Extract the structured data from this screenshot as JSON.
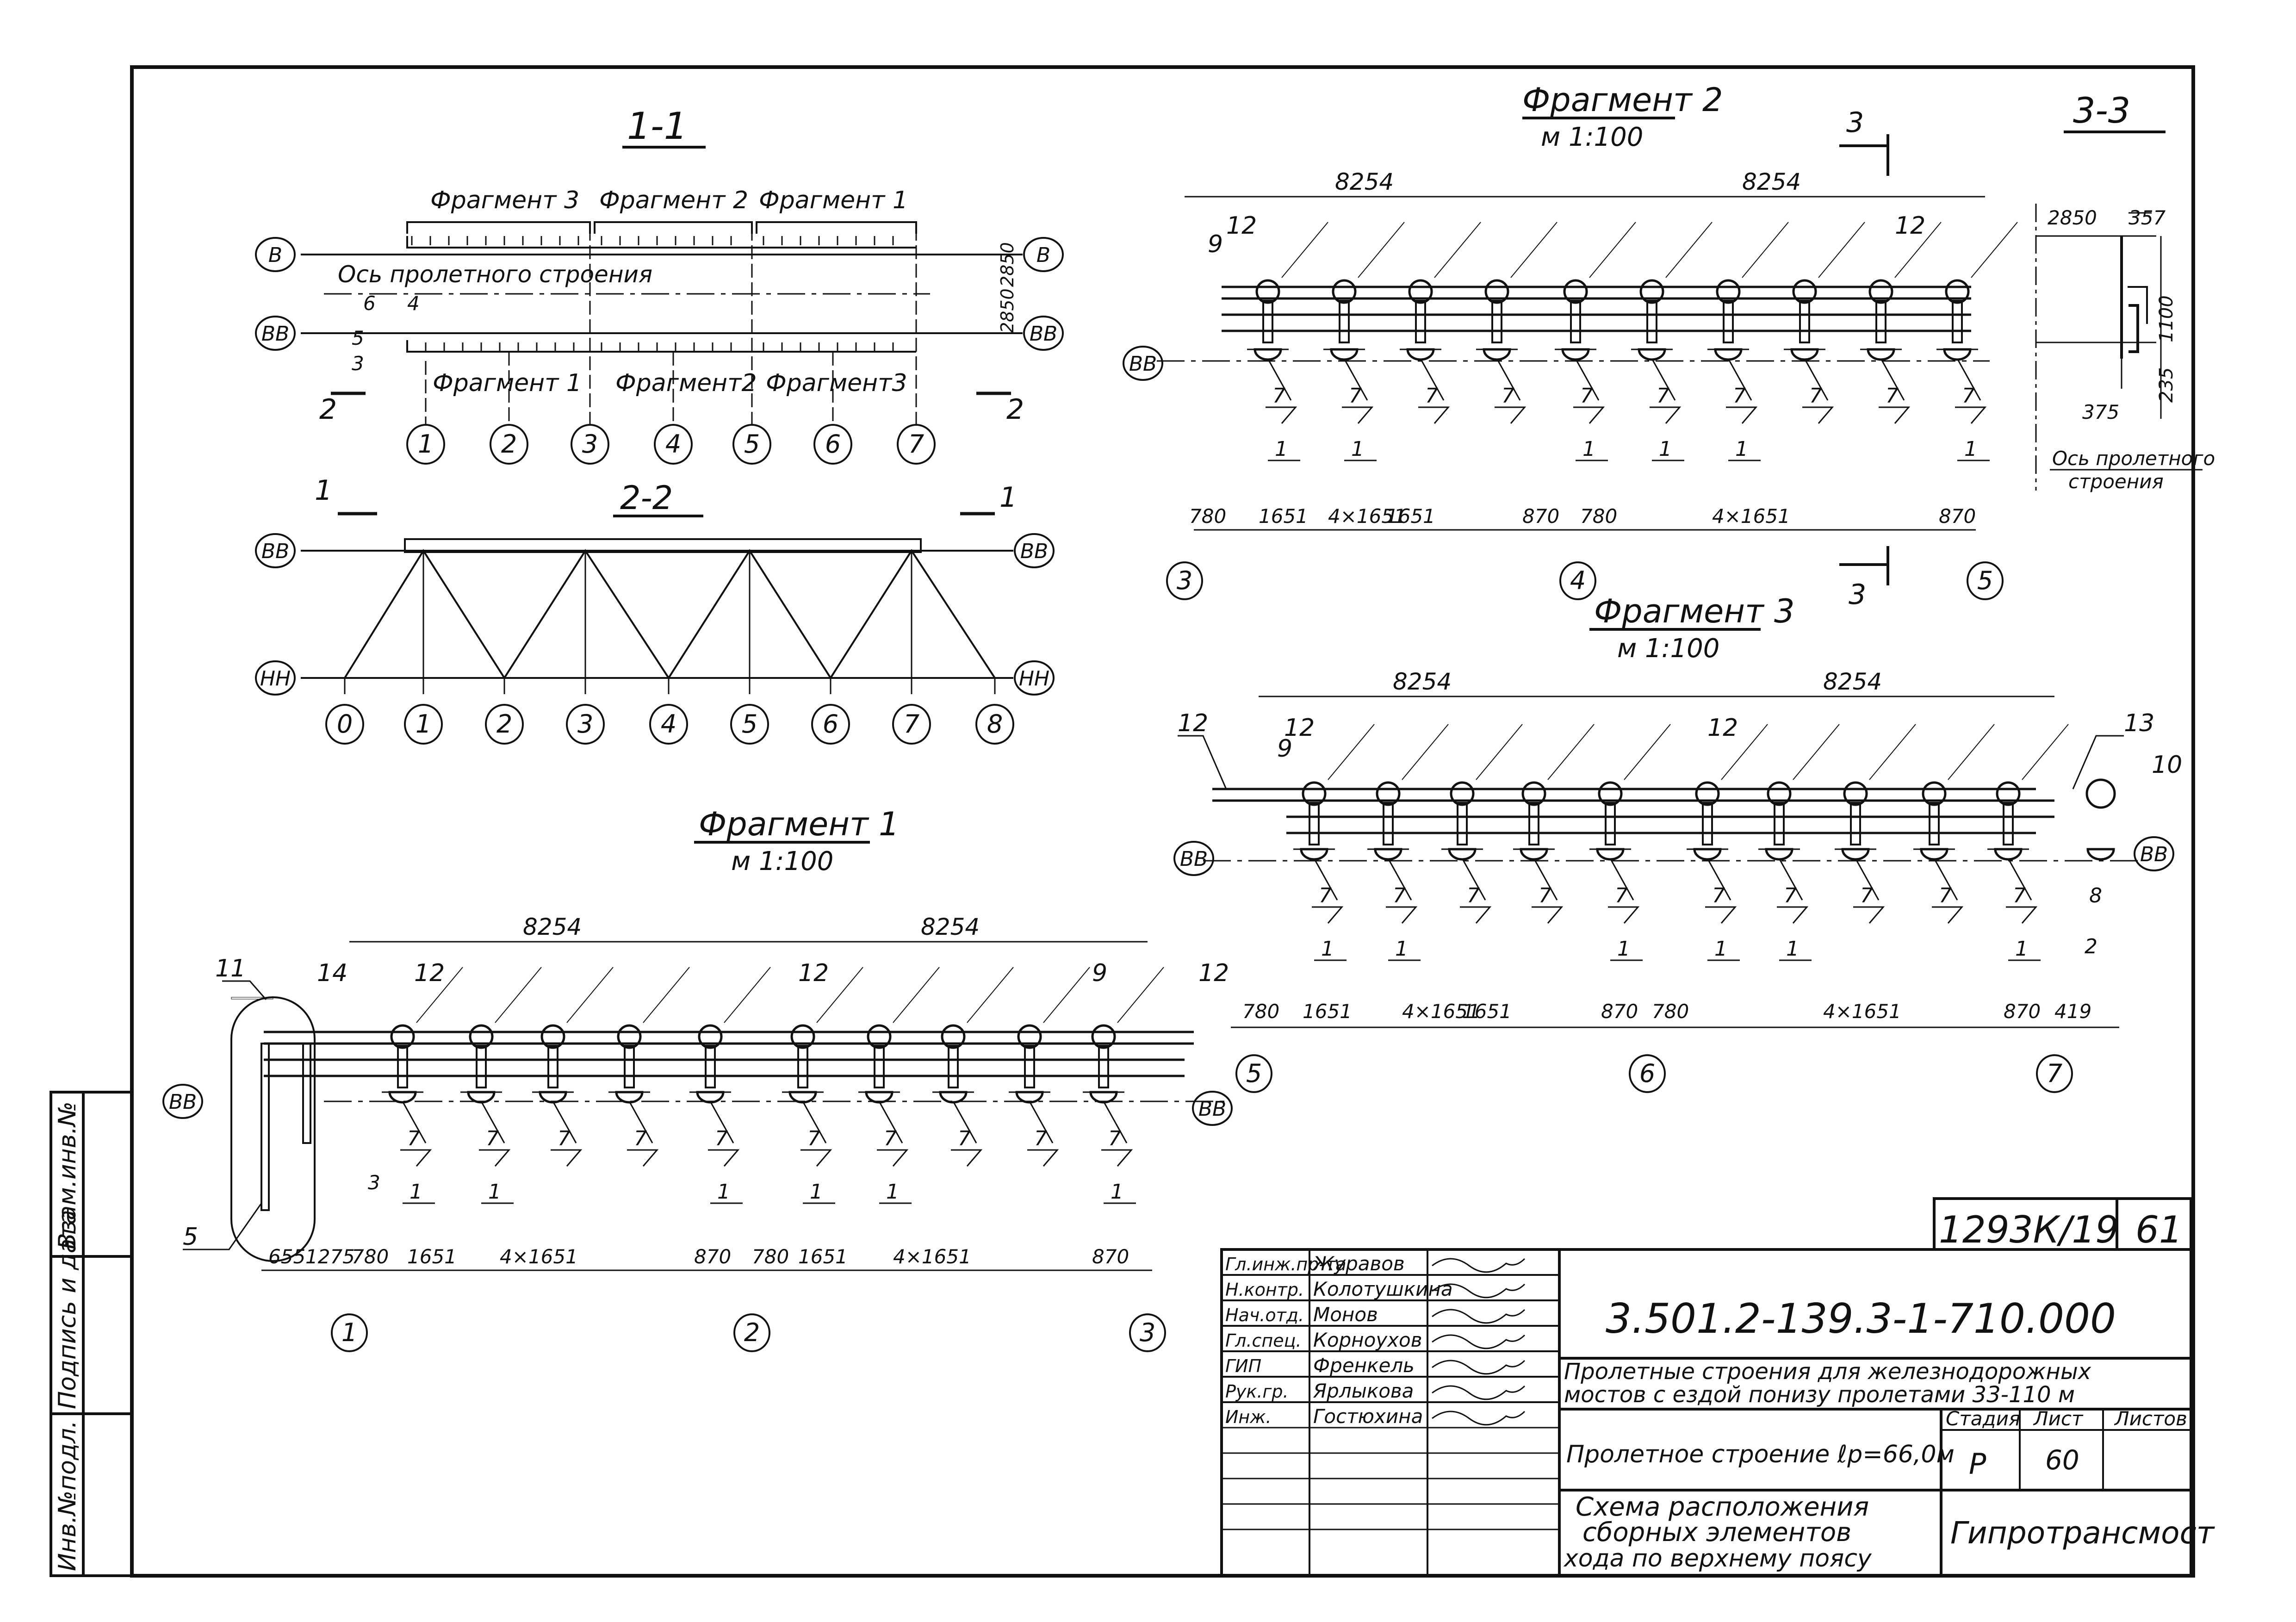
{
  "sections": {
    "s11": {
      "title": "1-1",
      "frag_top": [
        "Фрагмент 3",
        "Фрагмент 2",
        "Фрагмент 1"
      ],
      "frag_bottom": [
        "Фрагмент 1",
        "Фрагмент2",
        "Фрагмент3"
      ],
      "axis_label": "Ось пролетного строения",
      "axes_left": [
        "В",
        "ВВ"
      ],
      "axes_right": [
        "В",
        "ВВ"
      ],
      "marks": [
        "6",
        "4",
        "5",
        "3"
      ],
      "dims_right": [
        "2850",
        "2850"
      ],
      "cut_label": "2",
      "nodes": [
        "1",
        "2",
        "3",
        "4",
        "5",
        "6",
        "7"
      ]
    },
    "s22": {
      "title": "2-2",
      "cut_label": "1",
      "axes": [
        "ВВ",
        "НН"
      ],
      "nodes": [
        "0",
        "1",
        "2",
        "3",
        "4",
        "5",
        "6",
        "7",
        "8"
      ]
    },
    "s33": {
      "title": "3-3",
      "dims": [
        "2850",
        "357",
        "1100",
        "235",
        "375"
      ],
      "axis_label_1": "Ось пролетного",
      "axis_label_2": "строения"
    }
  },
  "fragments": {
    "f1": {
      "title": "Фрагмент 1",
      "scale": "м 1:100",
      "spans": [
        "8254",
        "8254"
      ],
      "marks": [
        "11",
        "14",
        "12",
        "12",
        "9",
        "12",
        "3",
        "5",
        "7",
        "1"
      ],
      "dims": [
        "655",
        "1275",
        "780",
        "1651",
        "4×1651",
        "870",
        "780",
        "1651",
        "4×1651",
        "870"
      ],
      "axis": "ВВ",
      "nodes": [
        "1",
        "2",
        "3"
      ]
    },
    "f2": {
      "title": "Фрагмент 2",
      "scale": "м 1:100",
      "spans": [
        "8254",
        "8254"
      ],
      "marks": [
        "12",
        "9",
        "12",
        "7",
        "1"
      ],
      "dims": [
        "780",
        "1651",
        "4×1651",
        "870",
        "780",
        "1651",
        "4×1651",
        "870"
      ],
      "axis": "ВВ",
      "cut": "3",
      "nodes": [
        "3",
        "4",
        "5"
      ]
    },
    "f3": {
      "title": "Фрагмент 3",
      "scale": "м 1:100",
      "spans": [
        "8254",
        "8254"
      ],
      "marks": [
        "12",
        "12",
        "9",
        "12",
        "13",
        "10",
        "7",
        "1",
        "8",
        "2"
      ],
      "dims": [
        "780",
        "1651",
        "4×1651",
        "870",
        "780",
        "1651",
        "4×1651",
        "870",
        "419"
      ],
      "axis": "ВВ",
      "nodes": [
        "5",
        "6",
        "7"
      ]
    }
  },
  "stamp": {
    "sheet_code": "1293К/19",
    "sheet_no": "61",
    "doc_number": "3.501.2-139.3-1-710.000",
    "title_line1": "Пролетные строения для железнодорожных",
    "title_line2": "мостов с ездой понизу пролетами 33-110 м",
    "object": "Пролетное строение ℓр=66,0м",
    "stage_h": "Стадия",
    "sheet_h": "Лист",
    "sheets_h": "Листов",
    "stage": "Р",
    "sheet": "60",
    "drawing_name_1": "Схема расположения",
    "drawing_name_2": "сборных элементов",
    "drawing_name_3": "хода по верхнему поясу",
    "org": "Гипротрансмост",
    "roles": [
      "Гл.инж.пр-та",
      "Н.контр.",
      "Нач.отд.",
      "Гл.спец.",
      "ГИП",
      "Рук.гр.",
      "Инж."
    ],
    "names": [
      "Журавов",
      "Колотушкина",
      "Монов",
      "Корноухов",
      "Френкель",
      "Ярлыкова",
      "Гостюхина"
    ]
  },
  "side_stamp": [
    "Инв.№подл.",
    "Подпись и дата",
    "Взам.инв.№"
  ]
}
